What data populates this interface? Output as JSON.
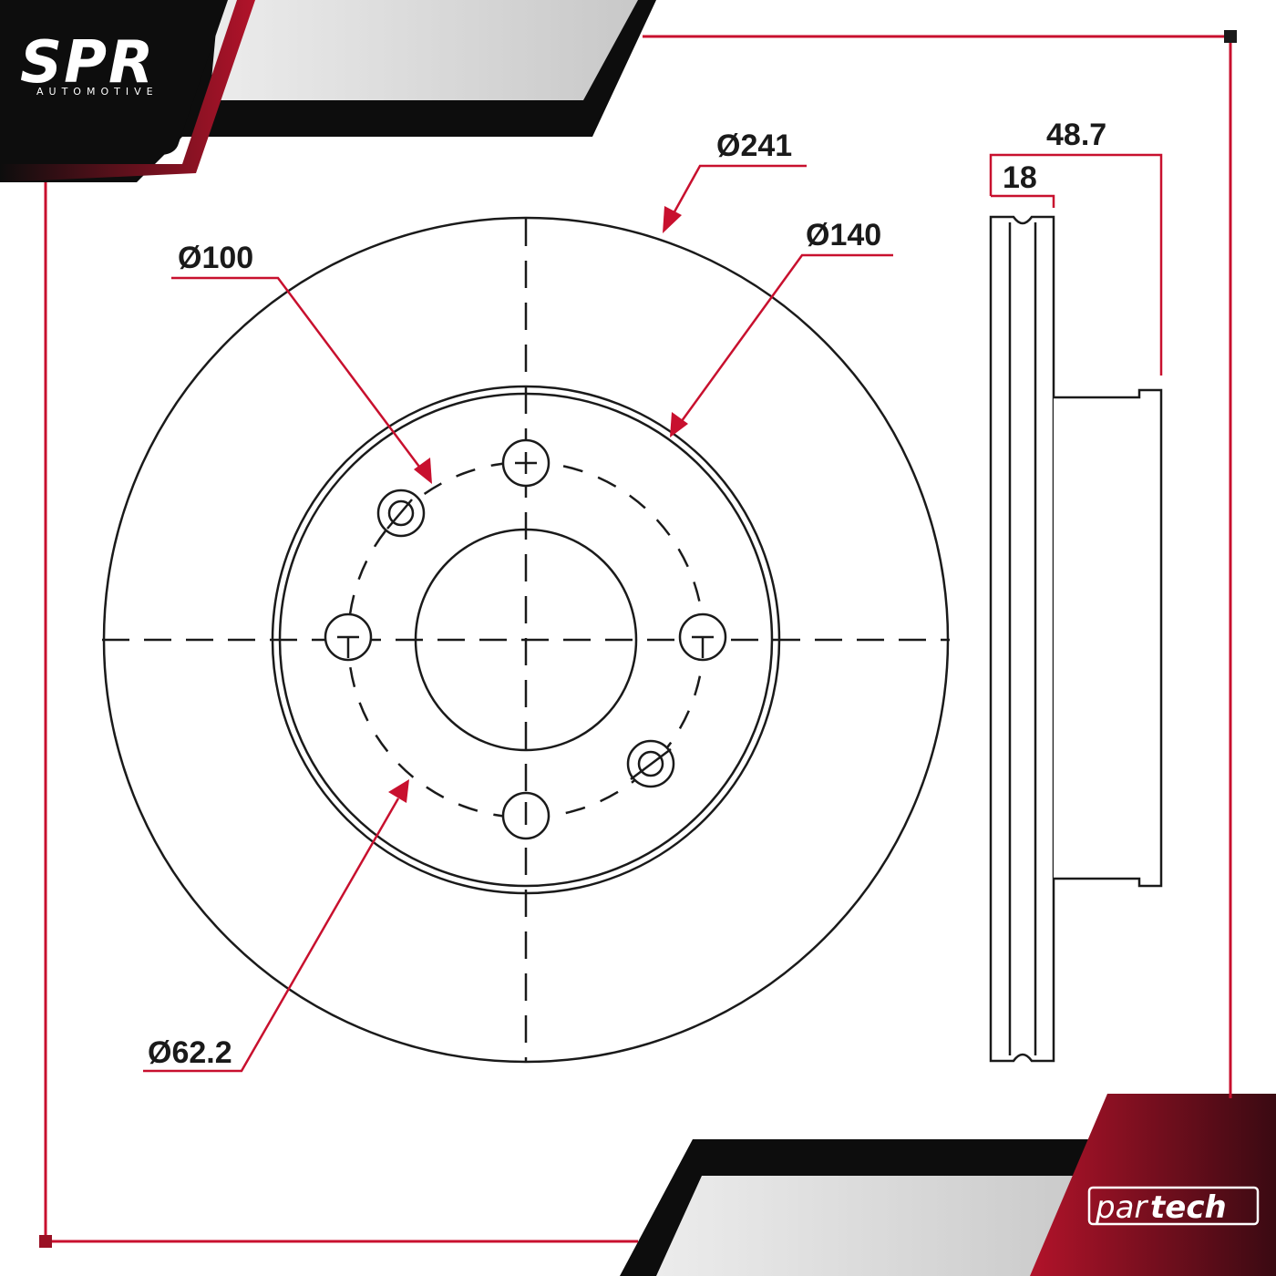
{
  "brand": {
    "logo_main": "SPR",
    "logo_sub": "AUTOMOTIVE",
    "footer_logo_a": "par",
    "footer_logo_b": "tech"
  },
  "dimensions": {
    "outer_diameter": "Ø241",
    "hat_diameter": "Ø140",
    "bolt_circle": "Ø100",
    "center_bore": "Ø62.2",
    "total_height": "48.7",
    "thickness": "18"
  },
  "colors": {
    "accent_red": "#c8102e",
    "line_dark": "#1a1a1a",
    "band_black": "#0d0d0d",
    "band_grey": "#d6d6d6"
  }
}
